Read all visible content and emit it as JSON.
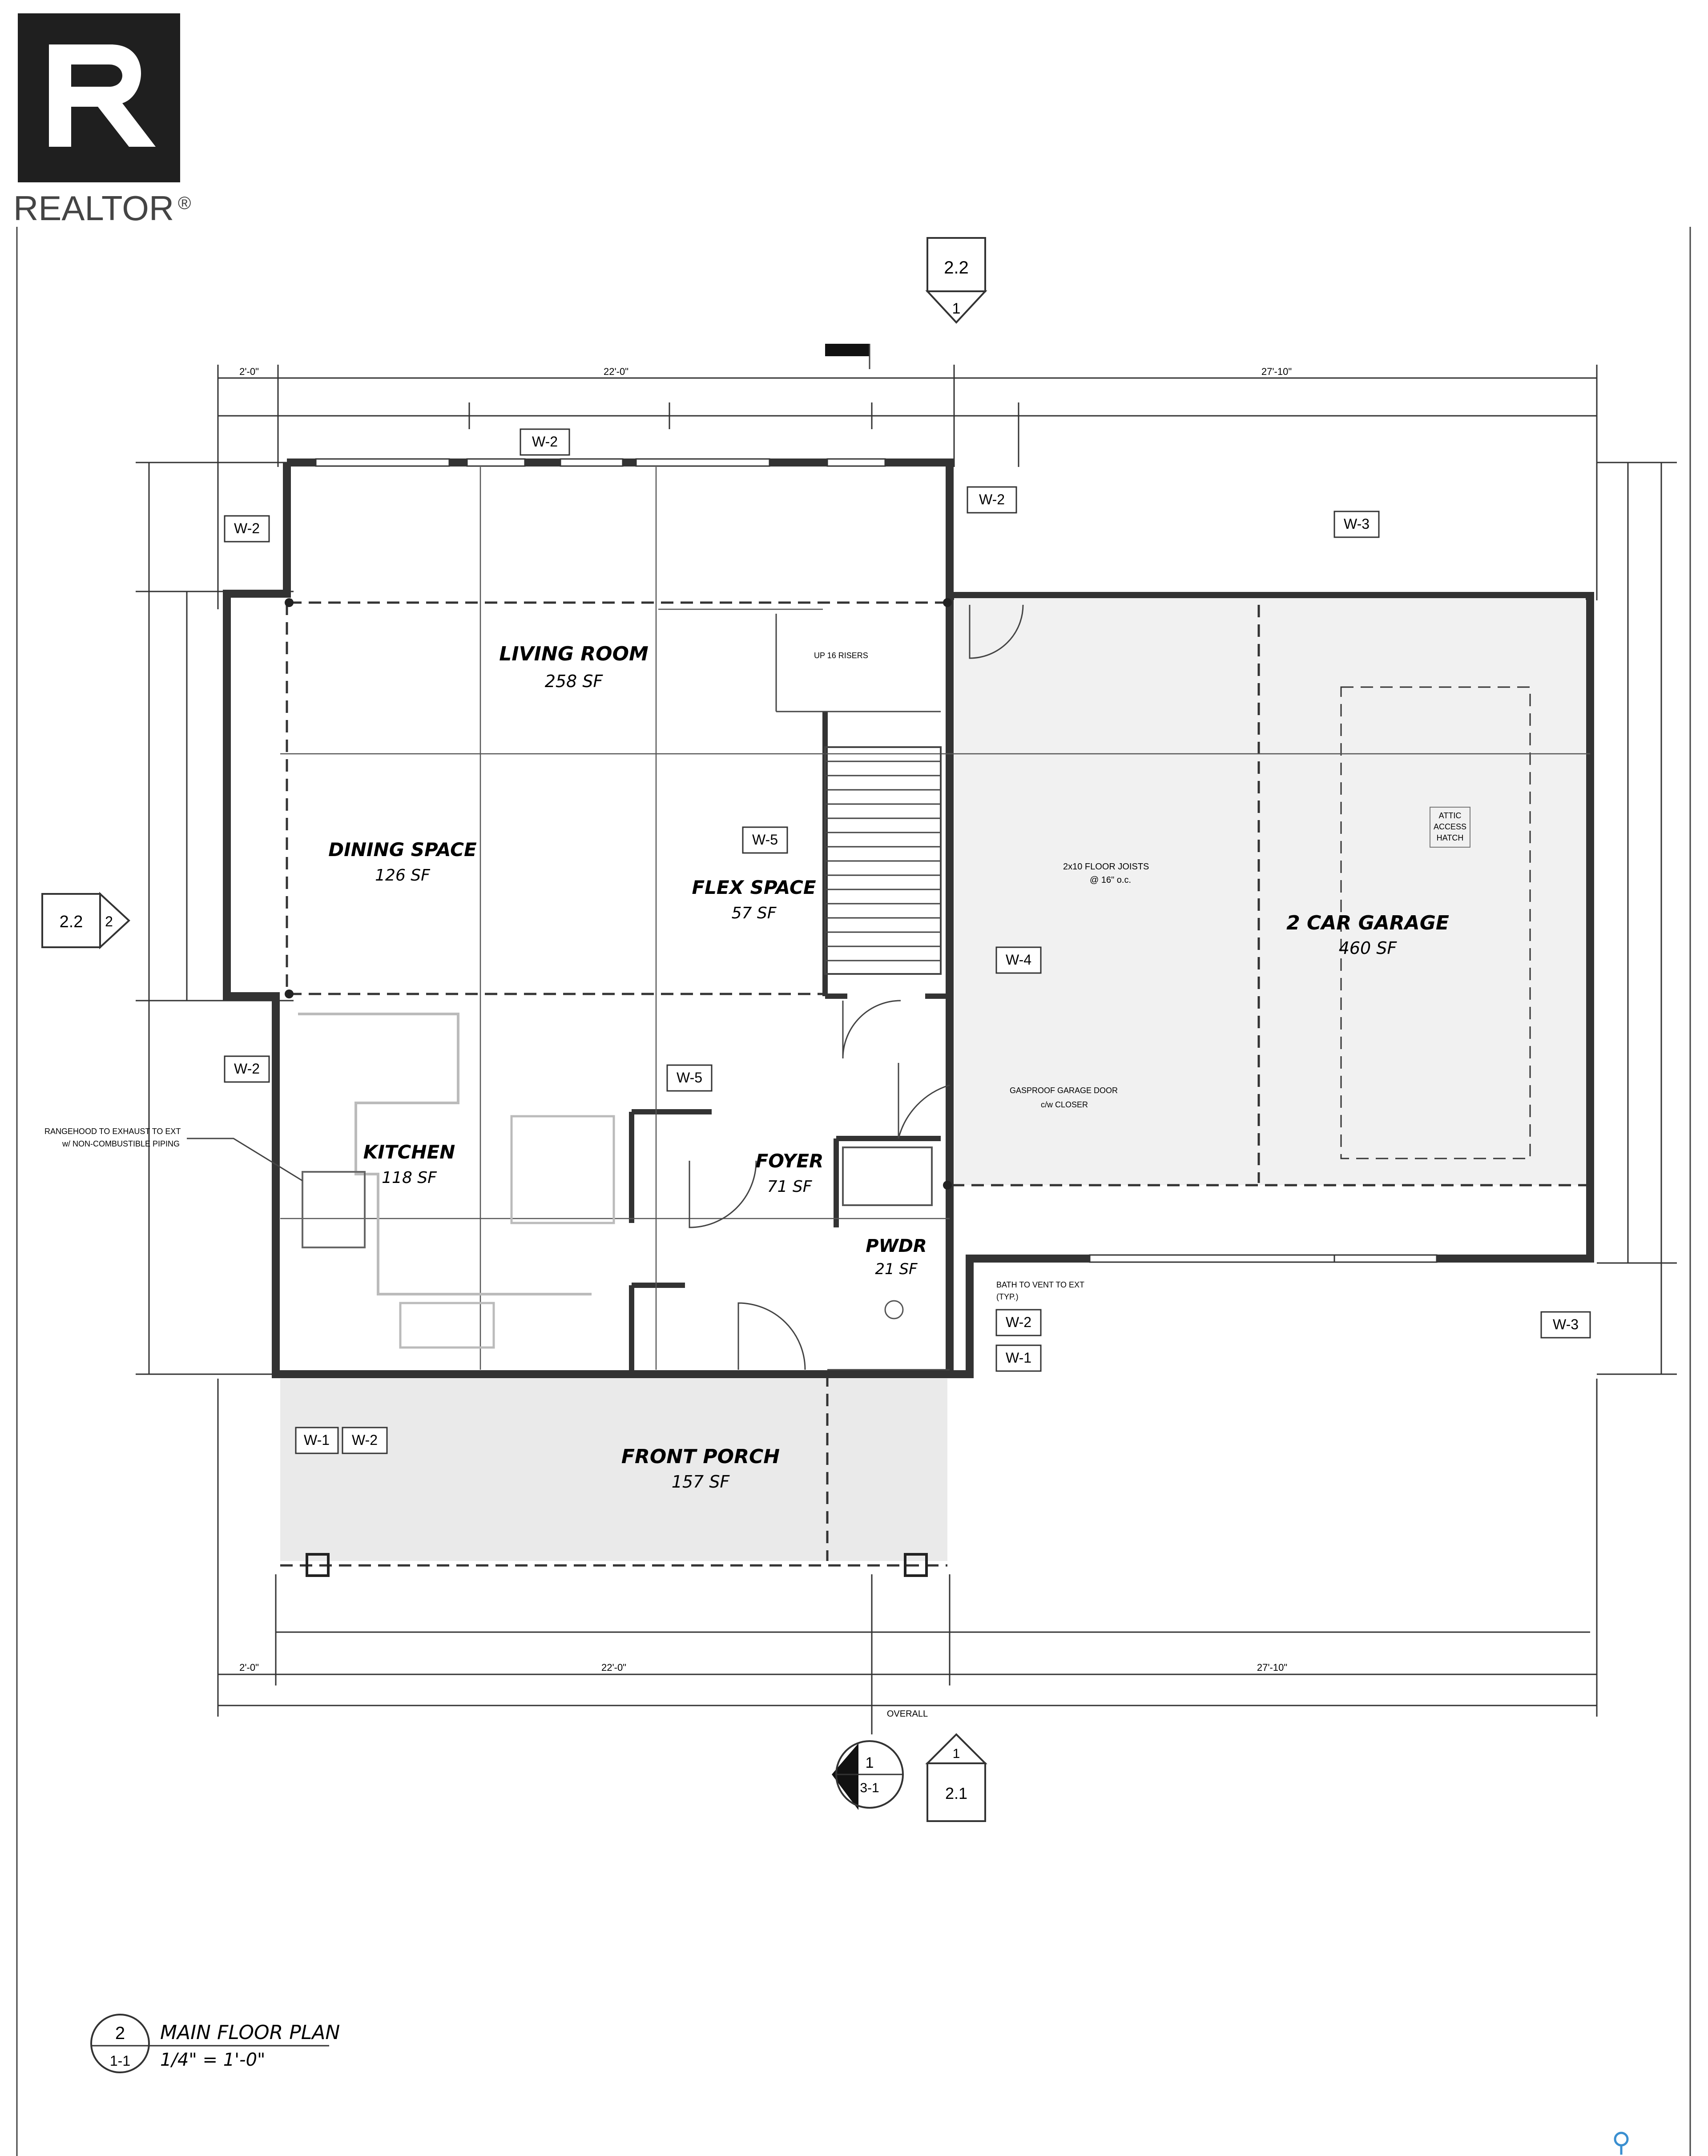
{
  "logo": {
    "text": "REALTOR",
    "mark": "®",
    "icon": "realtor-r-logo-icon"
  },
  "rooms": {
    "living": {
      "name": "LIVING ROOM",
      "area": "258 SF"
    },
    "dining": {
      "name": "DINING SPACE",
      "area": "126 SF"
    },
    "flex": {
      "name": "FLEX SPACE",
      "area": "57 SF"
    },
    "kitchen": {
      "name": "KITCHEN",
      "area": "118 SF"
    },
    "foyer": {
      "name": "FOYER",
      "area": "71 SF"
    },
    "pwdr": {
      "name": "PWDR",
      "area": "21 SF"
    },
    "garage": {
      "name": "2 CAR GARAGE",
      "area": "460 SF"
    },
    "porch": {
      "name": "FRONT PORCH",
      "area": "157 SF"
    }
  },
  "wall_tags": {
    "w2_top": "W-2",
    "w2_left_top": "W-2",
    "w2_mid": "W-2",
    "w3_top": "W-3",
    "w2_left_kitchen": "W-2",
    "w5_flex": "W-5",
    "w4": "W-4",
    "w5_foyer": "W-5",
    "w2_pwdr": "W-2",
    "w1_pwdr": "W-1",
    "w3_right": "W-3",
    "w1_porch": "W-1",
    "w2_porch": "W-2"
  },
  "section_markers": {
    "top": {
      "num": "2.2",
      "sub": "1"
    },
    "left": {
      "num": "2.2",
      "sub": "2"
    },
    "bottom_left": {
      "num": "1",
      "sub": "3-1"
    },
    "bottom_right": {
      "num": "1",
      "sub": "2.1"
    }
  },
  "notes": {
    "range_hood_1": "RANGEHOOD TO EXHAUST TO EXT",
    "range_hood_2": "w/ NON-COMBUSTIBLE PIPING",
    "bath_vent_1": "BATH TO VENT TO EXT",
    "bath_vent_2": "(TYP.)",
    "gasproof_1": "GASPROOF GARAGE DOOR",
    "gasproof_2": "c/w CLOSER",
    "floor_joists_1": "2x10 FLOOR JOISTS",
    "floor_joists_2": "@ 16\" o.c.",
    "stair": "UP 16 RISERS",
    "overall": "OVERALL",
    "attic_1": "ATTIC",
    "attic_2": "ACCESS",
    "attic_3": "HATCH"
  },
  "dimensions": {
    "top_left": "2'-0\"",
    "top_mid": "22'-0\"",
    "top_right": "27'-10\"",
    "bottom_left": "2'-0\"",
    "bottom_mid": "22'-0\"",
    "bottom_right": "27'-10\""
  },
  "title_block": {
    "num": "2",
    "sheet": "1-1",
    "title": "MAIN FLOOR PLAN",
    "scale": "1/4\" = 1'-0\""
  }
}
